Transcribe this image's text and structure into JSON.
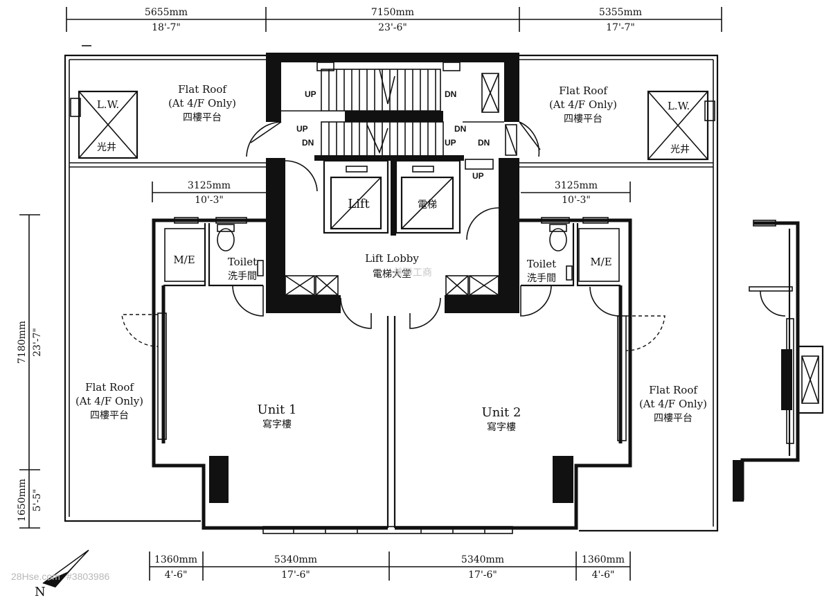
{
  "dimensions": {
    "top": [
      {
        "mm": "5655mm",
        "ft": "18'-7\""
      },
      {
        "mm": "7150mm",
        "ft": "23'-6\""
      },
      {
        "mm": "5355mm",
        "ft": "17'-7\""
      }
    ],
    "inner_left": {
      "mm": "3125mm",
      "ft": "10'-3\""
    },
    "inner_right": {
      "mm": "3125mm",
      "ft": "10'-3\""
    },
    "side_main": {
      "mm": "7180mm",
      "ft": "23'-7\""
    },
    "side_lower": {
      "mm": "1650mm",
      "ft": "5'-5\""
    },
    "bottom": [
      {
        "mm": "1360mm",
        "ft": "4'-6\""
      },
      {
        "mm": "5340mm",
        "ft": "17'-6\""
      },
      {
        "mm": "5340mm",
        "ft": "17'-6\""
      },
      {
        "mm": "1360mm",
        "ft": "4'-6\""
      }
    ]
  },
  "rooms": {
    "flat_roof_tl": {
      "en": "Flat Roof",
      "en2": "(At 4/F Only)",
      "zh": "四樓平台"
    },
    "flat_roof_tr": {
      "en": "Flat Roof",
      "en2": "(At 4/F Only)",
      "zh": "四樓平台"
    },
    "flat_roof_ml": {
      "en": "Flat Roof",
      "en2": "(At 4/F Only)",
      "zh": "四樓平台"
    },
    "flat_roof_mr": {
      "en": "Flat Roof",
      "en2": "(At 4/F Only)",
      "zh": "四樓平台"
    },
    "lw_left": {
      "en": "L.W.",
      "zh": "光井"
    },
    "lw_right": {
      "en": "L.W.",
      "zh": "光井"
    },
    "me_left": "M/E",
    "me_right": "M/E",
    "toilet_left": {
      "en": "Toilet",
      "zh": "洗手間"
    },
    "toilet_right": {
      "en": "Toilet",
      "zh": "洗手間"
    },
    "lift_left": "Lift",
    "lift_right": "電梯",
    "lobby": {
      "en": "Lift Lobby",
      "zh": "電梯大堂"
    },
    "unit1": {
      "en": "Unit 1",
      "zh": "寫字樓"
    },
    "unit2": {
      "en": "Unit 2",
      "zh": "寫字樓"
    }
  },
  "stairs": {
    "up1": "UP",
    "dn1": "DN",
    "up2": "UP",
    "dn2": "DN",
    "dn3": "DN",
    "up3": "UP",
    "dn4": "DN",
    "up4": "UP"
  },
  "compass": {
    "label": "N"
  },
  "watermark": {
    "site": "28Hse.com",
    "ref": "#3803986",
    "agent": "美聯工商"
  }
}
